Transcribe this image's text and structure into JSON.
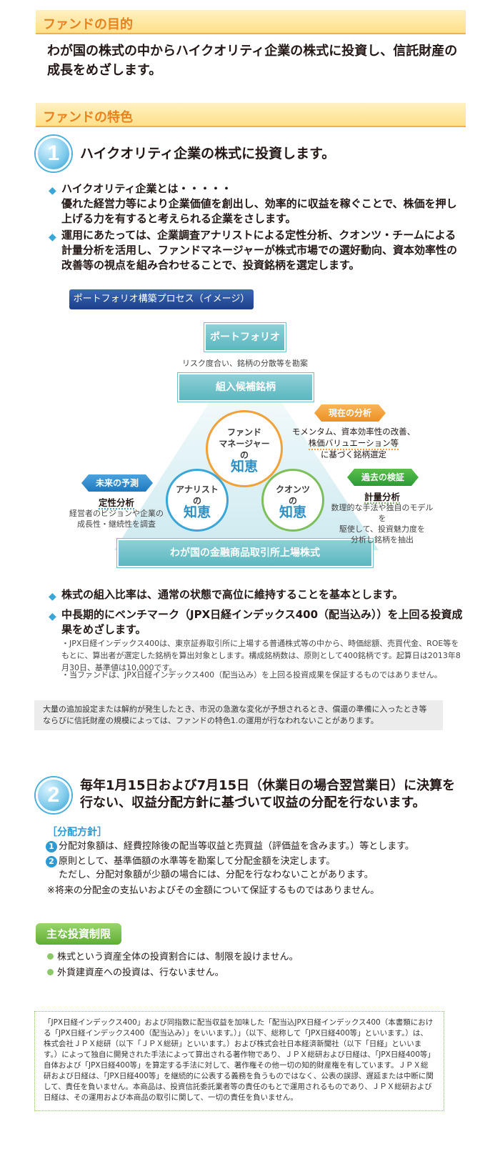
{
  "purpose": {
    "heading": "ファンドの目的",
    "text": "わが国の株式の中からハイクオリティ企業の株式に投資し、信託財産の成長をめざします。"
  },
  "features": {
    "heading": "ファンドの特色",
    "feature1": {
      "number": "1",
      "title": "ハイクオリティ企業の株式に投資します。",
      "bullet1_title": "ハイクオリティ企業とは・・・・・",
      "bullet1_body": "優れた経営力等により企業価値を創出し、効率的に収益を稼ぐことで、株価を押し上げる力を有すると考えられる企業をさします。",
      "bullet2": "運用にあたっては、企業調査アナリストによる定性分析、クオンツ・チームによる計量分析を活用し、ファンドマネージャーが株式市場での選好動向、資本効率性の改善等の視点を組み合わせることで、投資銘柄を選定します。"
    },
    "diagram": {
      "label": "ポートフォリオ構築プロセス（イメージ）",
      "portfolio": "ポートフォリオ",
      "risk_note": "リスク度合い、銘柄の分散等を勘案",
      "candidates": "組入候補銘柄",
      "listed": "わが国の金融商品取引所上場株式",
      "fm_line1": "ファンド",
      "fm_line2": "マネージャー",
      "fm_line3": "の",
      "fm_big": "知恵",
      "an_line1": "アナリスト",
      "an_line2": "の",
      "an_big": "知恵",
      "qu_line1": "クオンツ",
      "qu_line2": "の",
      "qu_big": "知恵",
      "tag_current": "現在の分析",
      "current_1": "モメンタム、資本効率性の改善、",
      "current_2": "株価バリュエーション等",
      "current_3": "に基づく銘柄選定",
      "tag_future": "未来の予測",
      "future_title": "定性分析",
      "future_1": "経営者のビジョンや企業の",
      "future_2": "成長性・継続性を調査",
      "tag_past": "過去の検証",
      "past_title": "計量分析",
      "past_1": "数理的な手法や独自のモデルを",
      "past_2": "駆使して、投資魅力度を",
      "past_3": "分析し銘柄を抽出",
      "colors": {
        "teal": "#5ab7c0",
        "orange": "#f0a13a",
        "green": "#4caf50",
        "blue": "#2d6fb8"
      }
    },
    "bullet3": "株式の組入比率は、通常の状態で高位に維持することを基本とします。",
    "bullet4_title": "中長期的にベンチマーク（JPX日経インデックス400（配当込み））を上回る投資成果をめざします。",
    "note1": "・JPX日経インデックス400は、東京証券取引所に上場する普通株式等の中から、時価総額、売買代金、ROE等をもとに、算出者が選定した銘柄を算出対象とします。構成銘柄数は、原則として400銘柄です。起算日は2013年8月30日、基準値は10,000です。",
    "note2": "・当ファンドは、JPX日経インデックス400（配当込み）を上回る投資成果を保証するものではありません。",
    "graybox": "大量の追加設定または解約が発生したとき、市況の急激な変化が予想されるとき、償還の準備に入ったとき等ならびに信託財産の規模によっては、ファンドの特色1.の運用が行なわれないことがあります。",
    "feature2": {
      "number": "2",
      "title_line1": "毎年1月15日および7月15日（休業日の場合翌営業日）に決算を",
      "title_line2": "行ない、収益分配方針に基づいて収益の分配を行ないます。",
      "policy_head": "［分配方針］",
      "p1_num": "1",
      "p1": "分配対象額は、経費控除後の配当等収益と売買益（評価益を含みます。）等とします。",
      "p2_num": "2",
      "p2_a": "原則として、基準価額の水準等を勘案して分配金額を決定します。",
      "p2_b": "ただし、分配対象額が少額の場合には、分配を行なわないことがあります。",
      "p_note": "※将来の分配金の支払いおよびその金額について保証するものではありません。"
    }
  },
  "restrictions": {
    "heading": "主な投資制限",
    "item1": "株式という資産全体の投資割合には、制限を設けません。",
    "item2": "外貨建資産への投資は、行ないません。"
  },
  "disclaimer": "「JPX日経インデックス400」および同指数に配当収益を加味した「配当込JPX日経インデックス400（本書類における「JPX日経インデックス400（配当込み）」をいいます。）」（以下、総称して「JPX日経400等」といいます。）は、株式会社ＪＰＸ総研（以下「ＪＰＸ総研」といいます。）および株式会社日本経済新聞社（以下「日経」といいます。）によって独自に開発された手法によって算出される著作物であり、ＪＰＸ総研および日経は、「JPX日経400等」自体および「JPX日経400等」を算定する手法に対して、著作権その他一切の知的財産権を有しています。ＪＰＸ総研および日経は、「JPX日経400等」を継続的に公表する義務を負うものではなく、公表の誤謬、遅延または中断に関して、責任を負いません。本商品は、投資信託委託業者等の責任のもとで運用されるものであり、ＪＰＸ総研および日経は、その運用および本商品の取引に関して、一切の責任を負いません。"
}
